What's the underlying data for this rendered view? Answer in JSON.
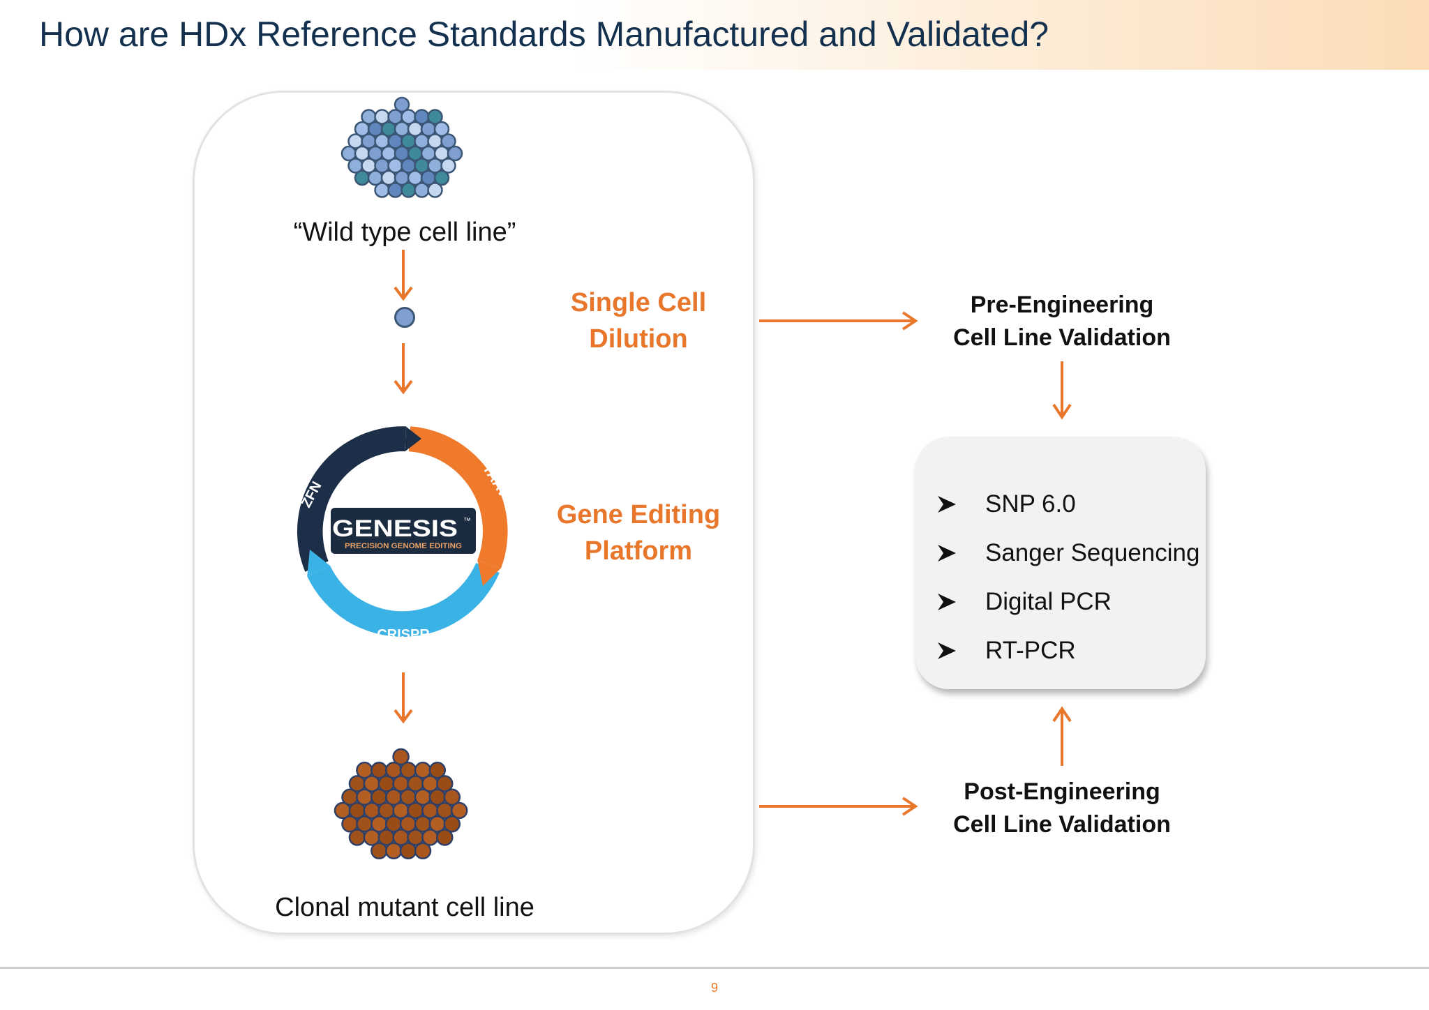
{
  "slide": {
    "title": "How are HDx Reference Standards Manufactured and Validated?",
    "page_number": "9"
  },
  "left_panel": {
    "wild_type_label": "“Wild type cell line”",
    "clonal_label": "Clonal mutant cell line",
    "single_cell_label": [
      "Single Cell",
      "Dilution"
    ],
    "gene_editing_label": [
      "Gene Editing",
      "Platform"
    ]
  },
  "genesis": {
    "logo_text_main": "GENESIS",
    "logo_trademark": "™",
    "logo_subtext": "PRECISION GENOME EDITING",
    "segments": [
      "ZFN",
      "rAAV",
      "CRISPR"
    ]
  },
  "right_side": {
    "pre_label": [
      "Pre-Engineering",
      "Cell Line Validation"
    ],
    "post_label": [
      "Post-Engineering",
      "Cell Line Validation"
    ],
    "validation_methods": [
      "SNP 6.0",
      "Sanger Sequencing",
      "Digital PCR",
      "RT-PCR"
    ]
  },
  "colors": {
    "title": "#13314f",
    "accent_orange": "#e8762b",
    "genesis_navy": "#1d2f48",
    "genesis_orange": "#f07a2c",
    "genesis_blue": "#3ab2e6",
    "wild_type_cells": "#7e9fd0",
    "mutant_cells": "#a8561e"
  },
  "icons": {
    "flow_arrow": "orange-arrow",
    "list_bullet": "arrowhead-bullet"
  }
}
